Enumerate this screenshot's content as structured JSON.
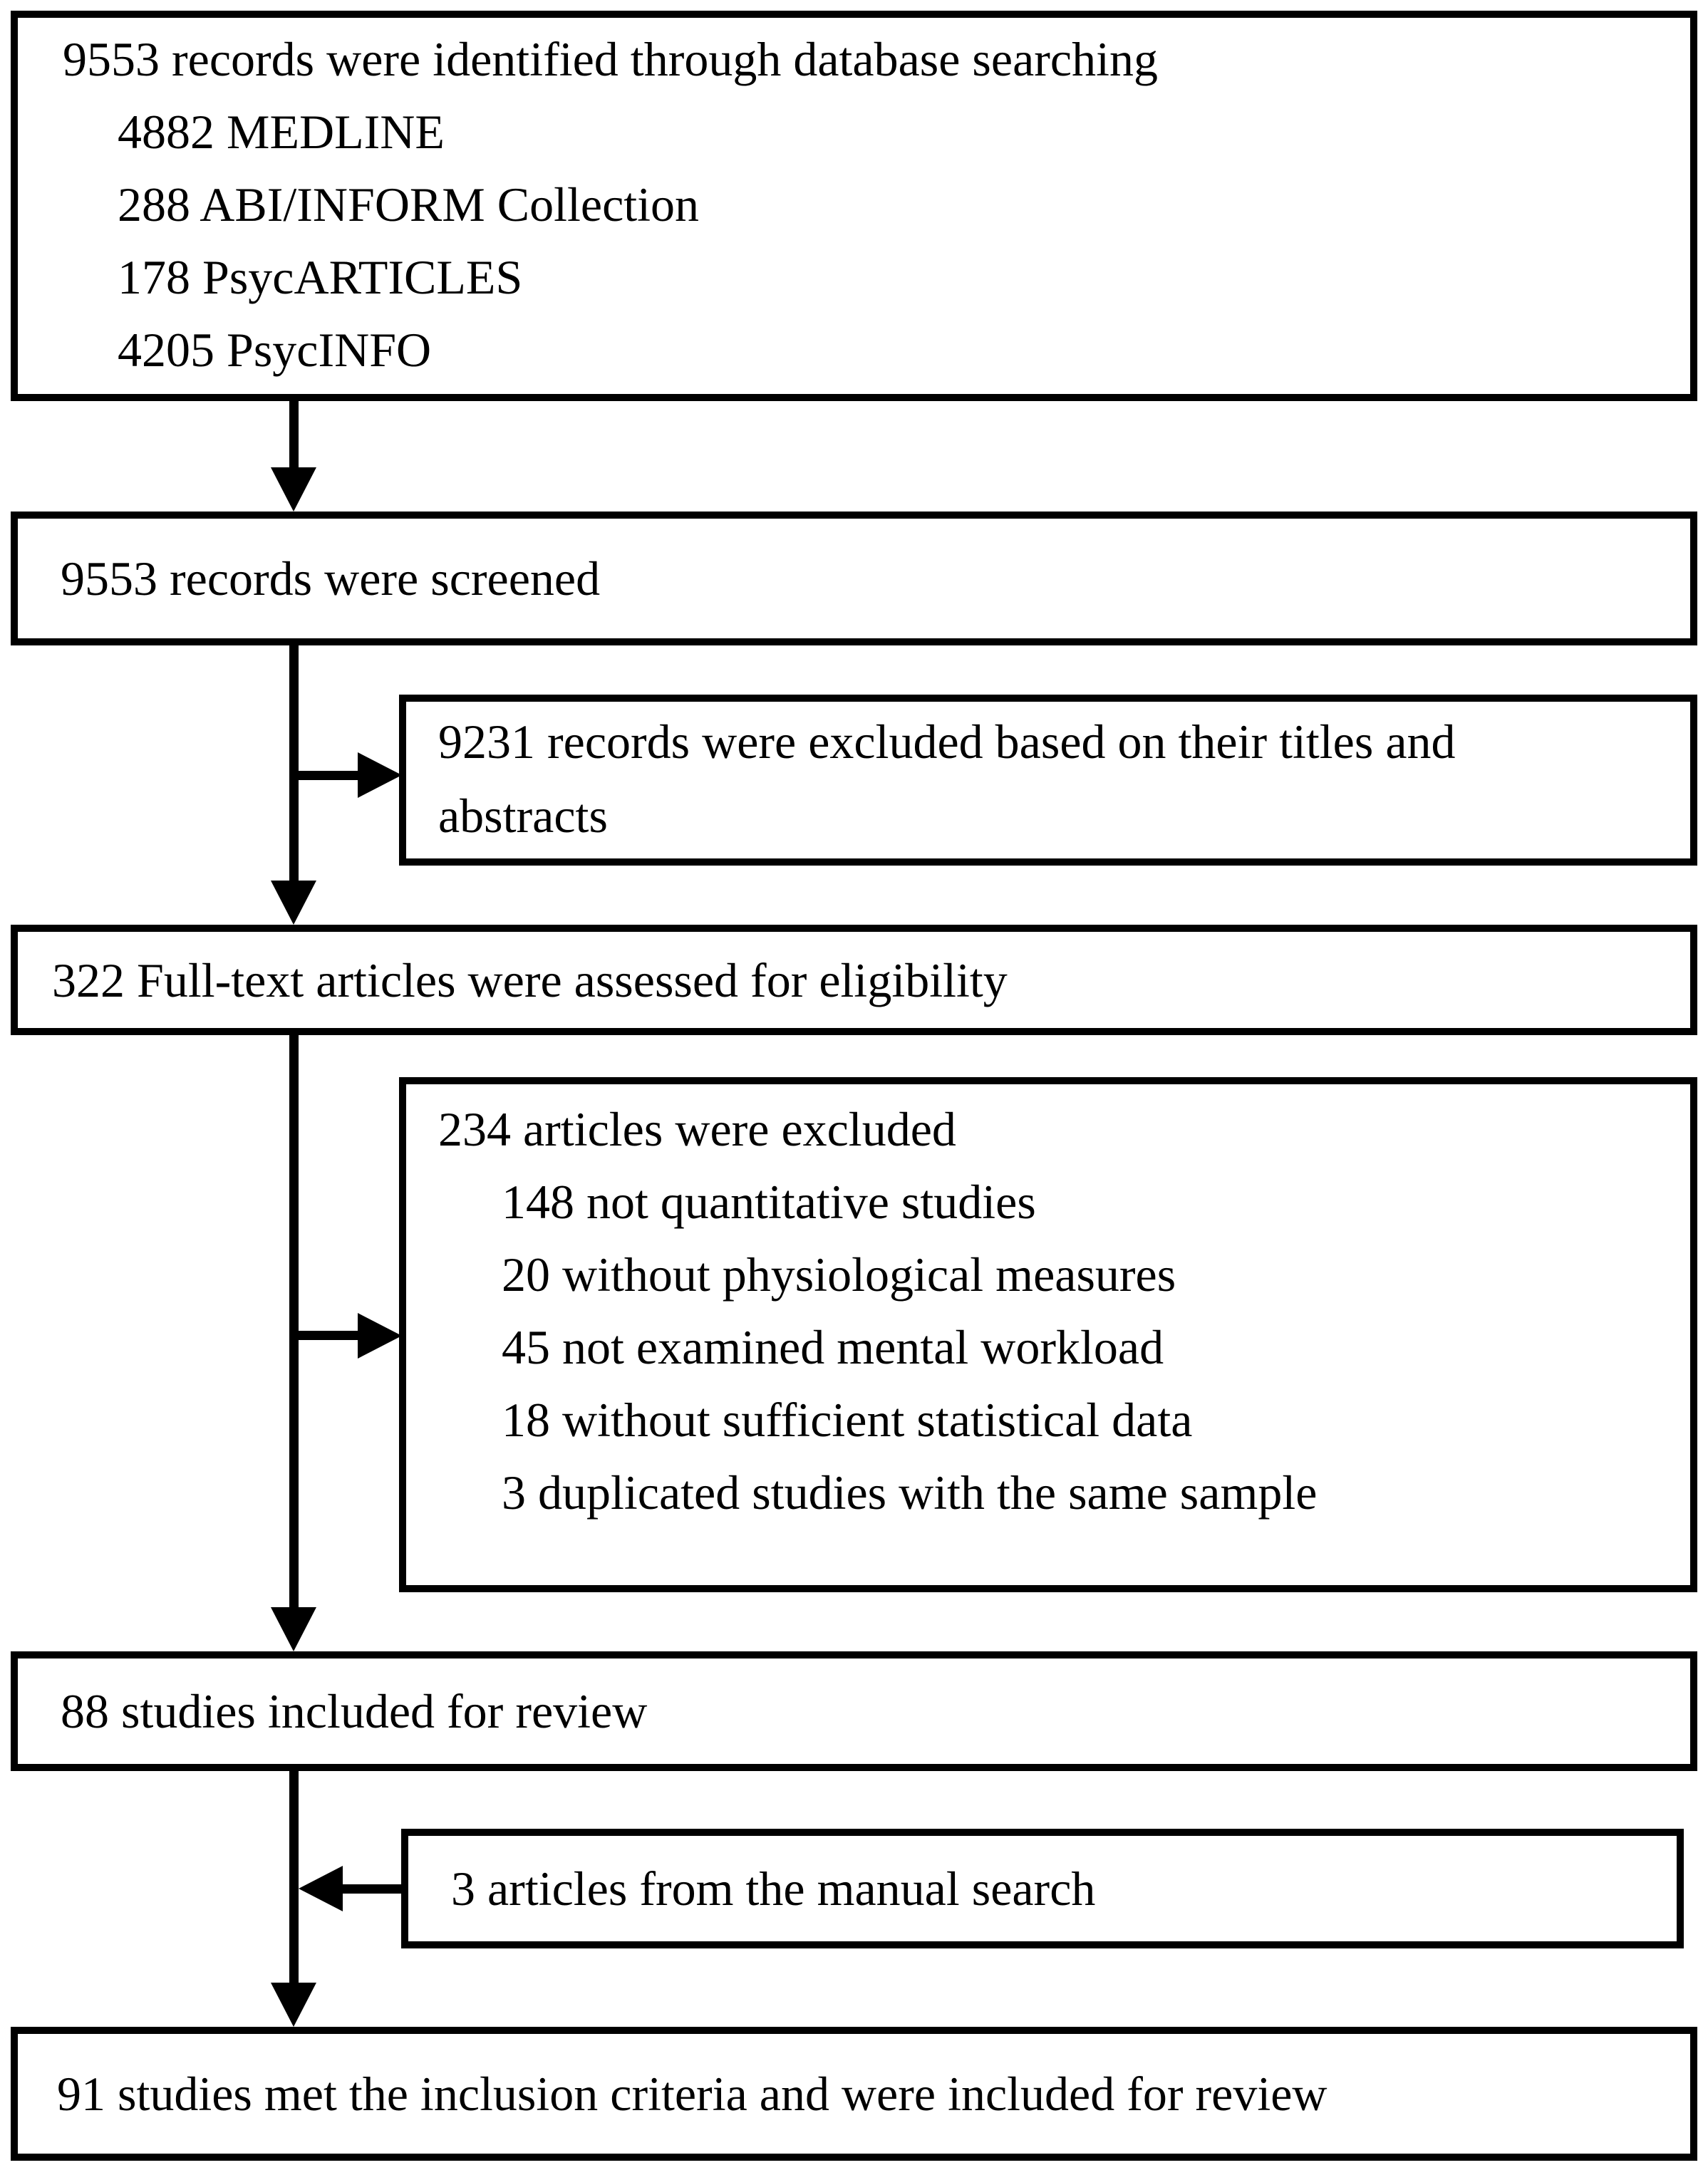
{
  "figure": {
    "type": "prisma-flowchart",
    "background": "#ffffff",
    "line_color": "#000000",
    "text_color": "#000000"
  },
  "boxes": {
    "identified": {
      "title": "9553 records were identified through database searching",
      "sources": [
        "4882 MEDLINE",
        "288 ABI/INFORM Collection",
        "178 PsycARTICLES",
        "4205 PsycINFO"
      ]
    },
    "screened": {
      "text": "9553 records were screened"
    },
    "excluded_screening": {
      "text": "9231 records were excluded based on their titles and abstracts"
    },
    "fulltext": {
      "text": "322 Full-text articles were assessed for eligibility"
    },
    "excluded_fulltext": {
      "title": "234 articles were excluded",
      "reasons": [
        "148 not quantitative studies",
        "20 without physiological measures",
        "45 not examined mental workload",
        "18 without sufficient statistical data",
        "3 duplicated studies with the same sample"
      ]
    },
    "included": {
      "text": "88 studies included for review"
    },
    "manual": {
      "text": "3 articles from the manual search"
    },
    "final": {
      "text": "91 studies met the inclusion criteria and were included for review"
    }
  }
}
